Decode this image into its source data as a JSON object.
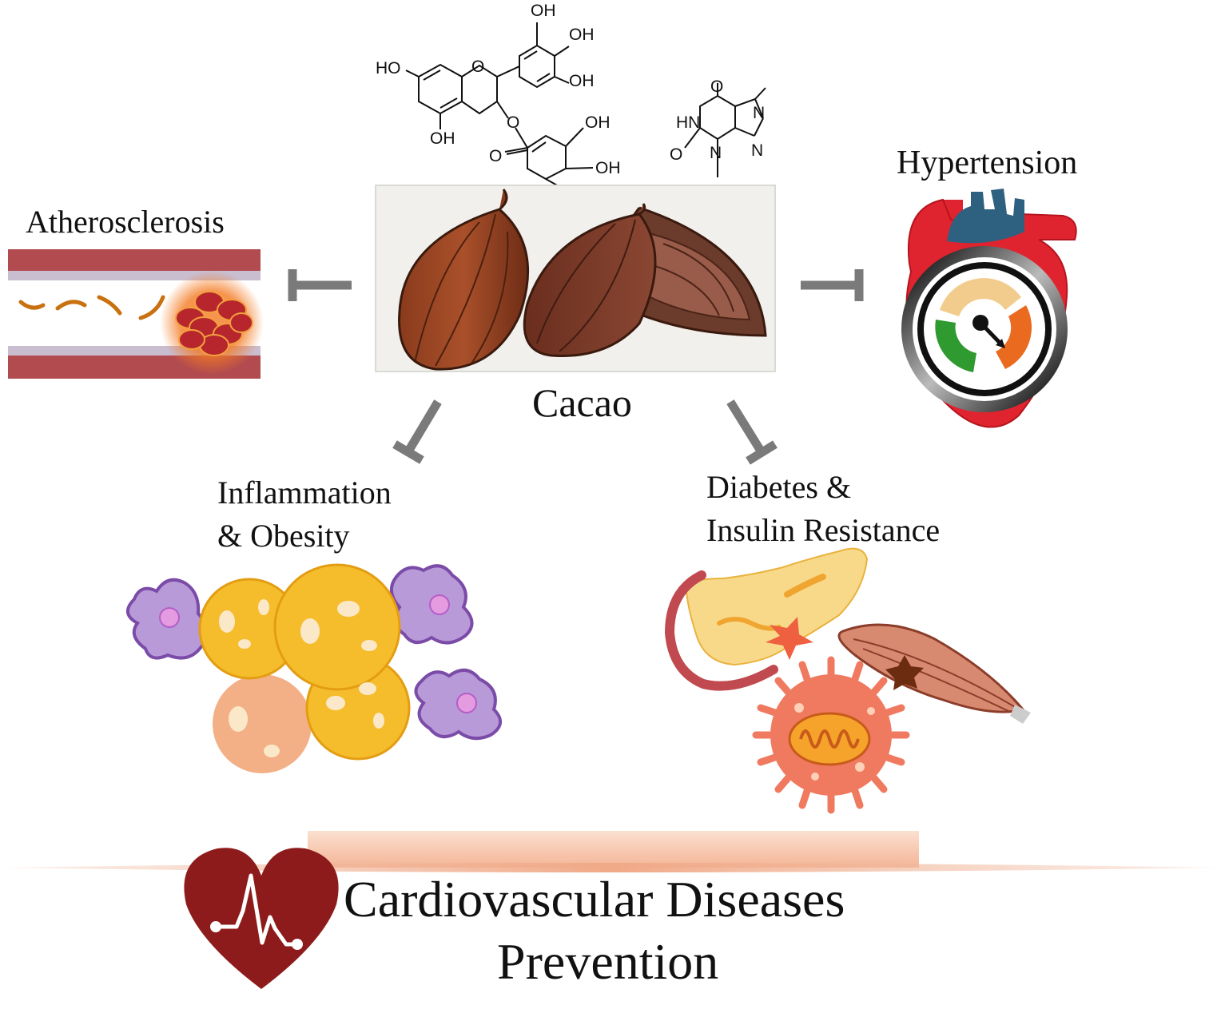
{
  "center": {
    "label": "Cacao"
  },
  "effects": {
    "atherosclerosis": "Atherosclerosis",
    "hypertension": "Hypertension",
    "inflammation_line1": "Inflammation",
    "inflammation_line2": "& Obesity",
    "diabetes_line1": "Diabetes &",
    "diabetes_line2": "Insulin Resistance"
  },
  "footer": {
    "line1": "Cardiovascular Diseases",
    "line2": "Prevention"
  },
  "molecule_labels": {
    "egcg": [
      "OH",
      "OH",
      "OH",
      "HO",
      "O",
      "O",
      "OH",
      "OH",
      "O",
      "OH",
      "OH"
    ],
    "theobromine": [
      "O",
      "HN",
      "N",
      "N",
      "N",
      "O"
    ]
  },
  "colors": {
    "inhibit_arrow": "#7a7a7a",
    "vessel": "#b24b4f",
    "heart_red": "#e0242f",
    "heart_blue": "#2e6080",
    "fat_yellow": "#f5bd2c",
    "macrophage": "#a98bd0",
    "footer_heart": "#8e1b1b"
  }
}
